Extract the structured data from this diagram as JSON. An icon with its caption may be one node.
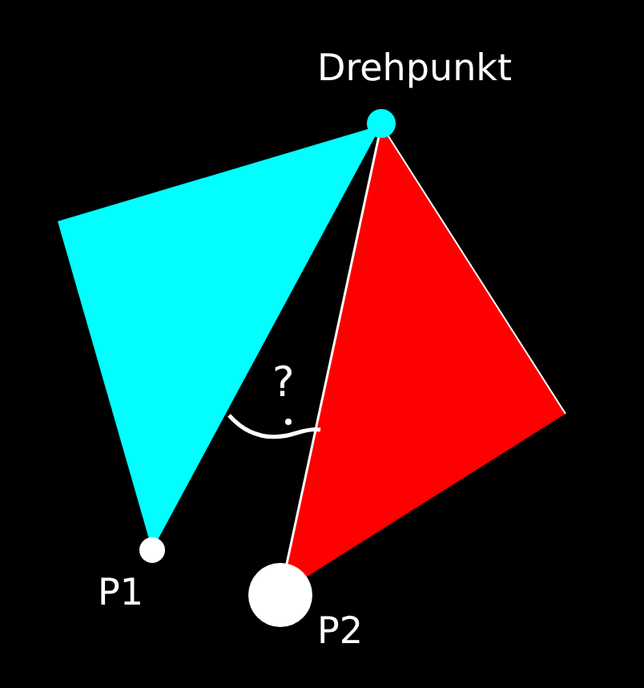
{
  "diagram": {
    "labels": [
      "Drehpunkt",
      "?",
      "P1",
      "P2"
    ]
  }
}
